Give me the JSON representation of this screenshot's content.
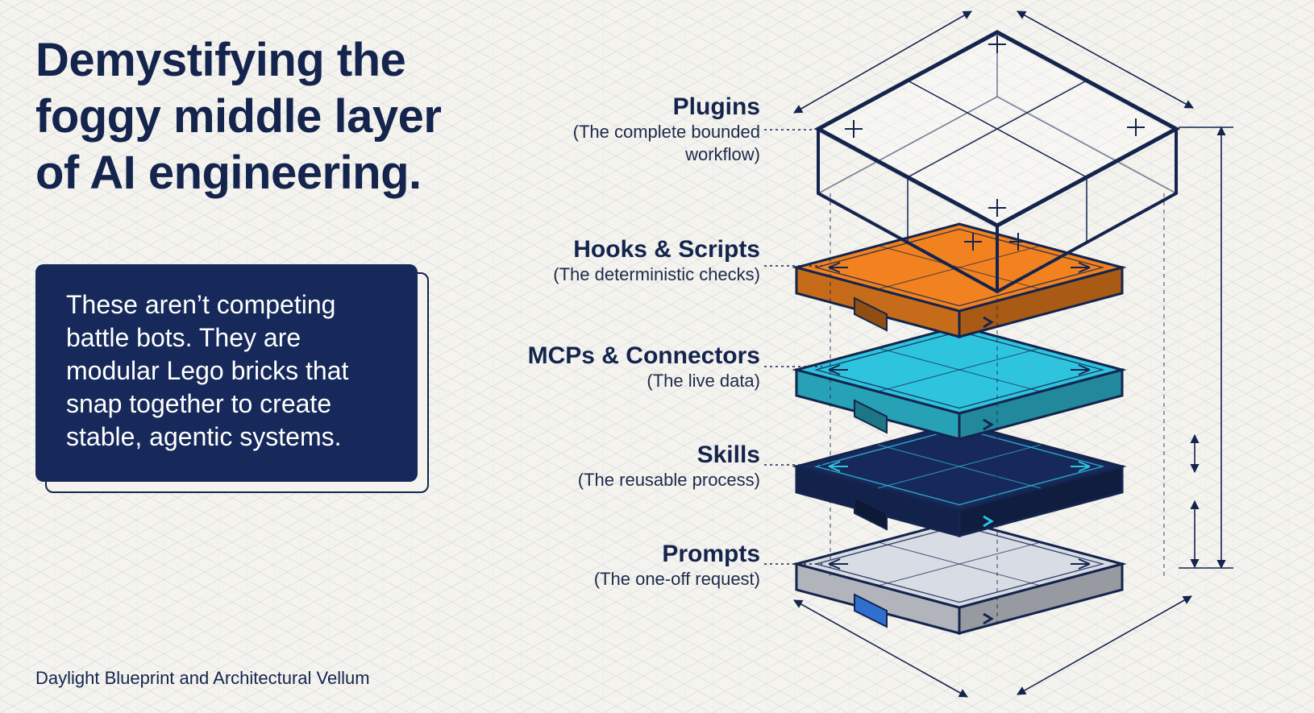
{
  "title_lines": [
    "Demystifying the",
    "foggy middle layer",
    "of AI engineering."
  ],
  "card_text": "These aren’t competing battle bots. They are modular Lego bricks that snap together to create stable, agentic systems.",
  "footer": "Daylight Blueprint and Architectural Vellum",
  "layers": [
    {
      "name": "Plugins",
      "desc_lines": [
        "(The complete bounded",
        "workflow)"
      ],
      "color": "#f4f3ee"
    },
    {
      "name": "Hooks & Scripts",
      "desc_lines": [
        "(The deterministic checks)"
      ],
      "color": "#f2821f"
    },
    {
      "name": "MCPs & Connectors",
      "desc_lines": [
        "(The live data)"
      ],
      "color": "#2fc4de"
    },
    {
      "name": "Skills",
      "desc_lines": [
        "(The reusable process)"
      ],
      "color": "#17295a"
    },
    {
      "name": "Prompts",
      "desc_lines": [
        "(The one-off request)"
      ],
      "color": "#d8dce4"
    }
  ],
  "colors": {
    "background": "#f4f3ee",
    "navy": "#14244d",
    "orange": "#f2821f",
    "cyan": "#2fc4de",
    "gray": "#d8dce4"
  }
}
